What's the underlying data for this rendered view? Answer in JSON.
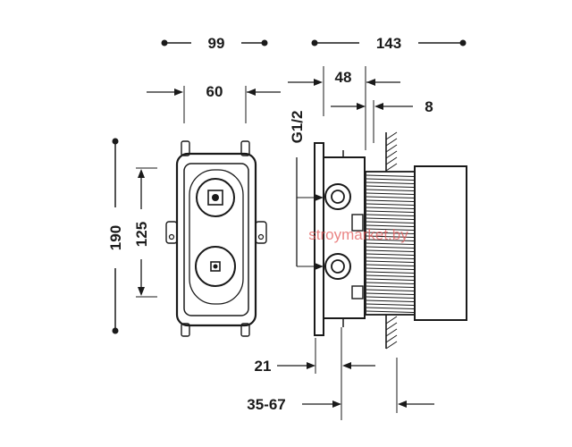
{
  "watermark": "stroymarket.by",
  "dimensions": {
    "overall_width": "99",
    "inner_width": "60",
    "overall_height": "190",
    "inner_height": "125",
    "depth_total": "143",
    "depth_box": "48",
    "wall_offset": "8",
    "thread": "G1/2",
    "flange": "21",
    "install_range": "35-67"
  },
  "colors": {
    "line": "#1a1a1a",
    "watermark": "#e35b5b"
  }
}
